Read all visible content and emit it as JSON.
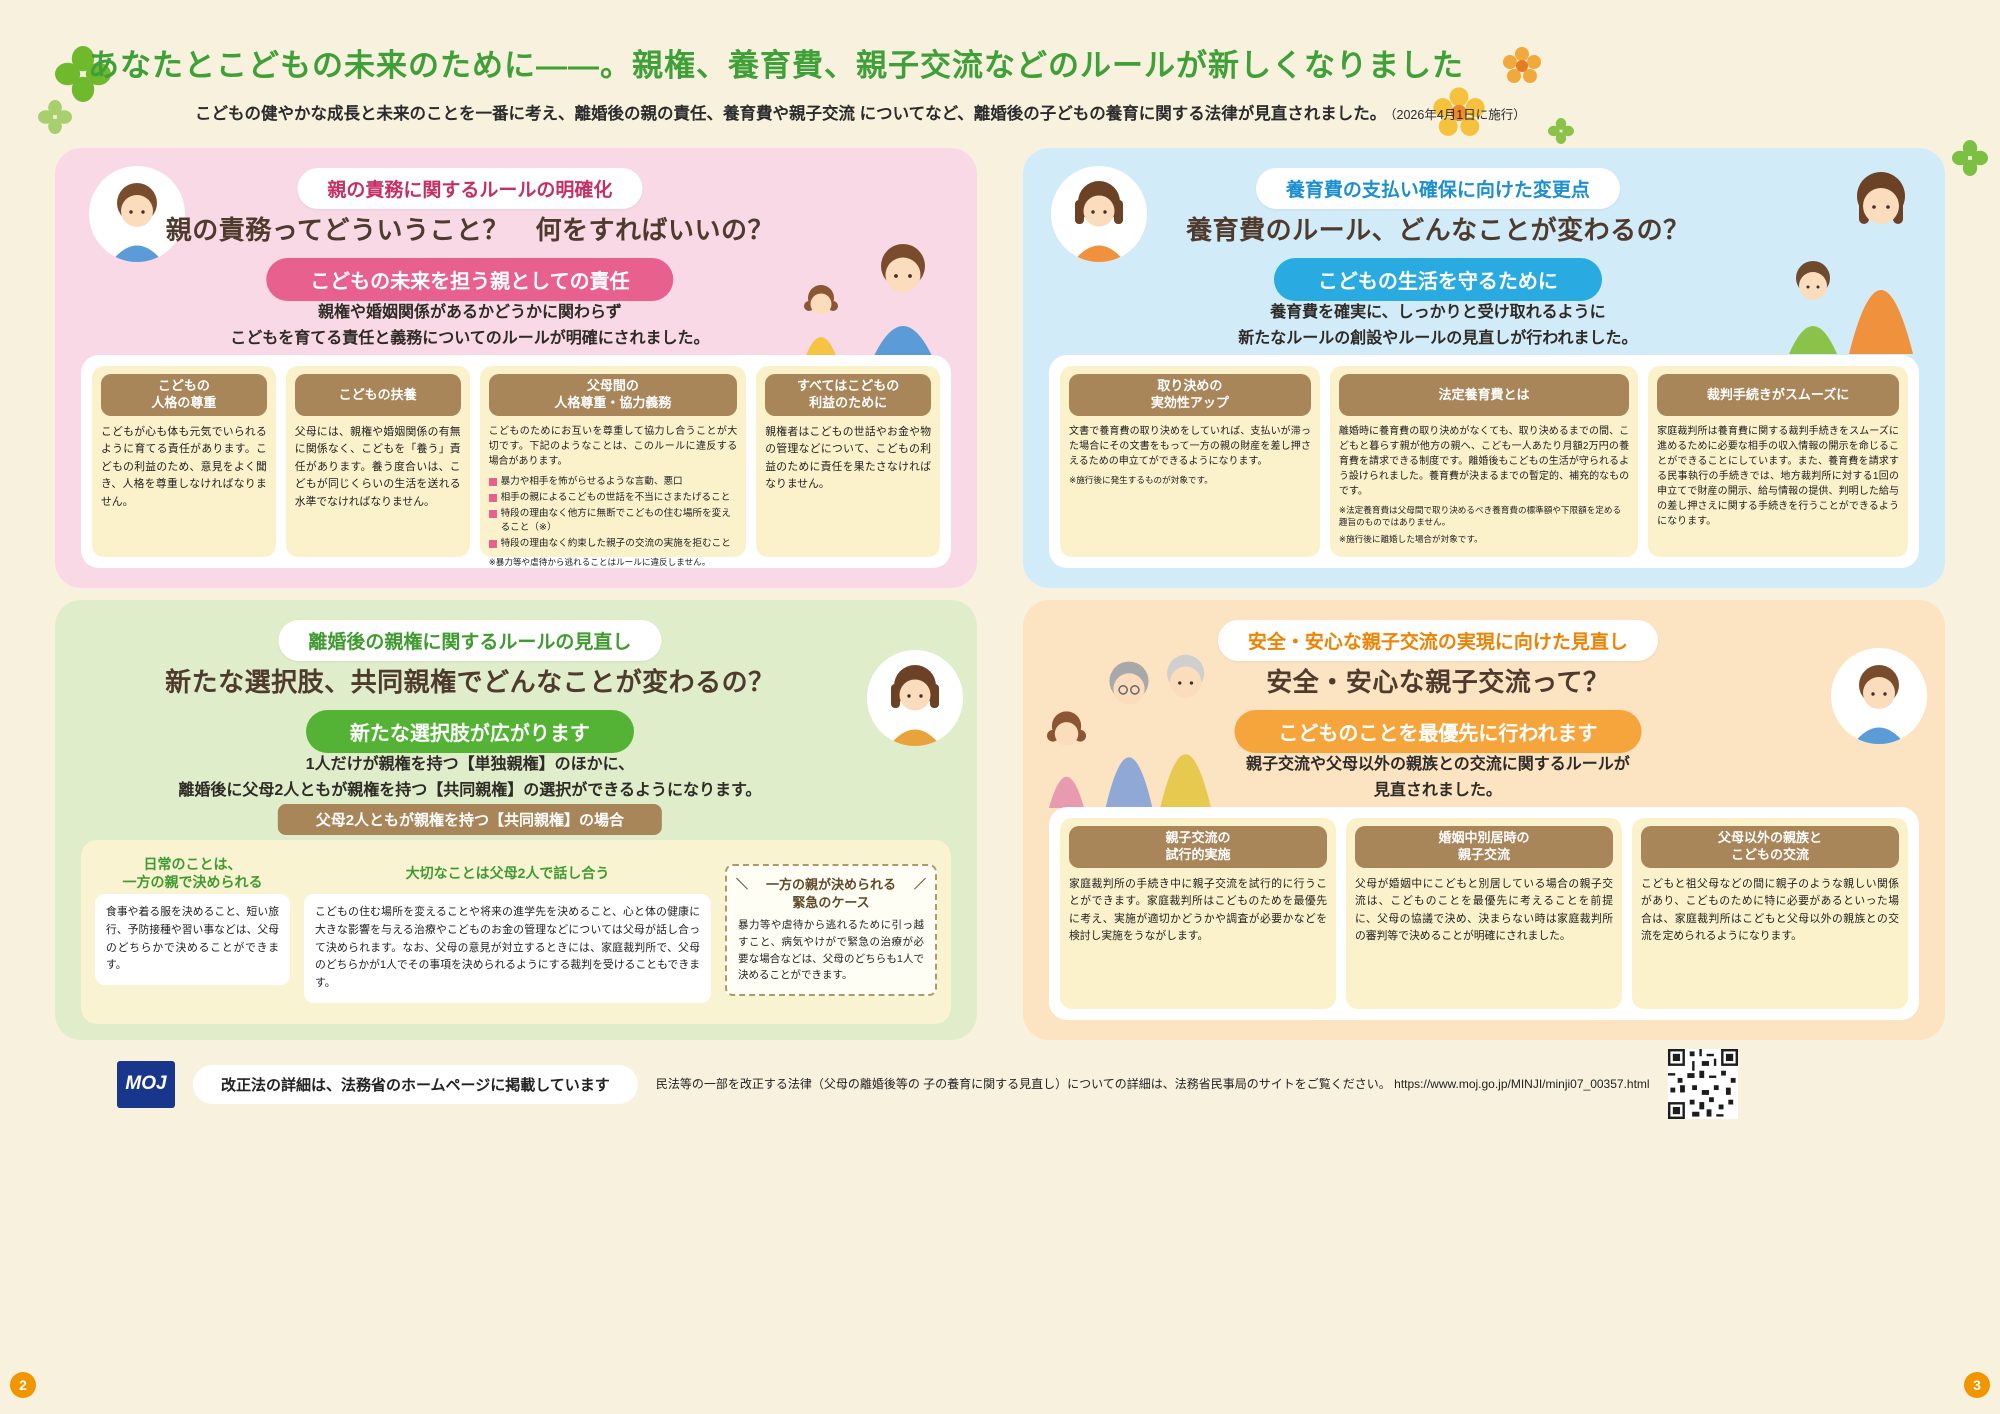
{
  "page": {
    "title": "あなたとこどもの未来のために——。親権、養育費、親子交流などのルールが新しくなりました",
    "subtitle": "こどもの健やかな成長と未来のことを一番に考え、離婚後の親の責任、養育費や親子交流 についてなど、離婚後の子どもの養育に関する法律が見直されました。",
    "subtitle_note": "（2026年4月1日に施行）",
    "page_number_left": "2",
    "page_number_right": "3"
  },
  "panel1": {
    "badge": "親の責務に関するルールの明確化",
    "heading": "親の責務ってどういうこと？　何をすればいいの？",
    "banner": "こどもの未来を担う親としての責任",
    "intro": "親権や婚姻関係があるかどうかに関わらず\nこどもを育てる責任と義務についてのルールが明確にされました。",
    "cards": [
      {
        "title": "こどもの\n人格の尊重",
        "body": "こどもが心も体も元気でいられるように育てる責任があります。こどもの利益のため、意見をよく聞き、人格を尊重しなければなりません。"
      },
      {
        "title": "こどもの扶養",
        "body": "父母には、親権や婚姻関係の有無に関係なく、こどもを「養う」責任があります。養う度合いは、こどもが同じくらいの生活を送れる水準でなければなりません。"
      },
      {
        "title": "父母間の\n人格尊重・協力義務",
        "body": "こどものためにお互いを尊重して協力し合うことが大切です。下記のようなことは、このルールに違反する場合があります。",
        "bullets": [
          "暴力や相手を怖がらせるような言動、悪口",
          "相手の親によるこどもの世話を不当にさまたげること",
          "特段の理由なく他方に無断でこどもの住む場所を変えること（※）",
          "特段の理由なく約束した親子の交流の実施を拒むこと"
        ],
        "note": "※暴力等や虐待から逃れることはルールに違反しません。"
      },
      {
        "title": "すべてはこどもの\n利益のために",
        "body": "親権者はこどもの世話やお金や物の管理などについて、こどもの利益のために責任を果たさなければなりません。"
      }
    ]
  },
  "panel2": {
    "badge": "養育費の支払い確保に向けた変更点",
    "heading": "養育費のルール、どんなことが変わるの？",
    "banner": "こどもの生活を守るために",
    "intro": "養育費を確実に、しっかりと受け取れるように\n新たなルールの創設やルールの見直しが行われました。",
    "cards": [
      {
        "title": "取り決めの\n実効性アップ",
        "body": "文書で養育費の取り決めをしていれば、支払いが滞った場合にその文書をもって一方の親の財産を差し押さえるための申立てができるようになります。",
        "notes": [
          "※施行後に発生するものが対象です。"
        ]
      },
      {
        "title": "法定養育費とは",
        "body": "離婚時に養育費の取り決めがなくても、取り決めるまでの間、こどもと暮らす親が他方の親へ、こども一人あたり月額2万円の養育費を請求できる制度です。離婚後もこどもの生活が守られるよう設けられました。養育費が決まるまでの暫定的、補充的なものです。",
        "notes": [
          "※法定養育費は父母間で取り決めるべき養育費の標準額や下限額を定める趣旨のものではありません。",
          "※施行後に離婚した場合が対象です。"
        ]
      },
      {
        "title": "裁判手続きがスムーズに",
        "body": "家庭裁判所は養育費に関する裁判手続きをスムーズに進めるために必要な相手の収入情報の開示を命じることができることにしています。また、養育費を請求する民事執行の手続きでは、地方裁判所に対する1回の申立てで財産の開示、給与情報の提供、判明した給与の差し押さえに関する手続きを行うことができるようになります。"
      }
    ]
  },
  "panel3": {
    "badge": "離婚後の親権に関するルールの見直し",
    "heading": "新たな選択肢、共同親権でどんなことが変わるの？",
    "banner": "新たな選択肢が広がります",
    "intro": "1人だけが親権を持つ【単独親権】のほかに、\n離婚後に父母2人ともが親権を持つ【共同親権】の選択ができるようになります。",
    "sub_banner": "父母2人ともが親権を持つ【共同親権】の場合",
    "columns": [
      {
        "title": "日常のことは、\n一方の親で決められる",
        "body": "食事や着る服を決めること、短い旅行、予防接種や習い事などは、父母のどちらかで決めることができます。"
      },
      {
        "title": "大切なことは父母2人で話し合う",
        "body": "こどもの住む場所を変えることや将来の進学先を決めること、心と体の健康に大きな影響を与える治療やこどものお金の管理などについては父母が話し合って決められます。なお、父母の意見が対立するときには、家庭裁判所で、父母のどちらかが1人でその事項を決められるようにする裁判を受けることもできます。"
      }
    ],
    "emergency": {
      "title": "一方の親が決められる\n緊急のケース",
      "body": "暴力等や虐待から逃れるために引っ越すこと、病気やけがで緊急の治療が必要な場合などは、父母のどちらも1人で決めることができます。"
    }
  },
  "panel4": {
    "badge": "安全・安心な親子交流の実現に向けた見直し",
    "heading": "安全・安心な親子交流って？",
    "banner": "こどものことを最優先に行われます",
    "intro": "親子交流や父母以外の親族との交流に関するルールが\n見直されました。",
    "cards": [
      {
        "title": "親子交流の\n試行的実施",
        "body": "家庭裁判所の手続き中に親子交流を試行的に行うことができます。家庭裁判所はこどものためを最優先に考え、実施が適切かどうかや調査が必要かなどを検討し実施をうながします。"
      },
      {
        "title": "婚姻中別居時の\n親子交流",
        "body": "父母が婚姻中にこどもと別居している場合の親子交流は、こどものことを最優先に考えることを前提に、父母の協議で決め、決まらない時は家庭裁判所の審判等で決めることが明確にされました。"
      },
      {
        "title": "父母以外の親族と\nこどもの交流",
        "body": "こどもと祖父母などの間に親子のような親しい関係があり、こどものために特に必要があるといった場合は、家庭裁判所はこどもと父母以外の親族との交流を定められるようになります。"
      }
    ]
  },
  "footer": {
    "logo": "MOJ",
    "pill": "改正法の詳細は、法務省のホームページに掲載しています",
    "note": "民法等の一部を改正する法律（父母の離婚後等の 子の養育に関する見直し）についての詳細は、法務省民事局のサイトをご覧ください。",
    "url": "https://www.moj.go.jp/MINJI/minji07_00357.html"
  },
  "colors": {
    "title_green": "#3fa037",
    "panel1_bg": "#f9d9e6",
    "panel1_accent": "#e8618e",
    "panel1_badge_text": "#c62f63",
    "panel2_bg": "#d2ebf9",
    "panel2_accent": "#29abe2",
    "panel2_badge_text": "#1b8fd0",
    "panel3_bg": "#dfedca",
    "panel3_accent": "#54b335",
    "panel3_badge_text": "#3f9b2f",
    "panel4_bg": "#fce3c2",
    "panel4_accent": "#f5a53c",
    "panel4_badge_text": "#ef8200",
    "card_header_brown": "#a9855a",
    "page_circle_orange": "#f29600"
  }
}
